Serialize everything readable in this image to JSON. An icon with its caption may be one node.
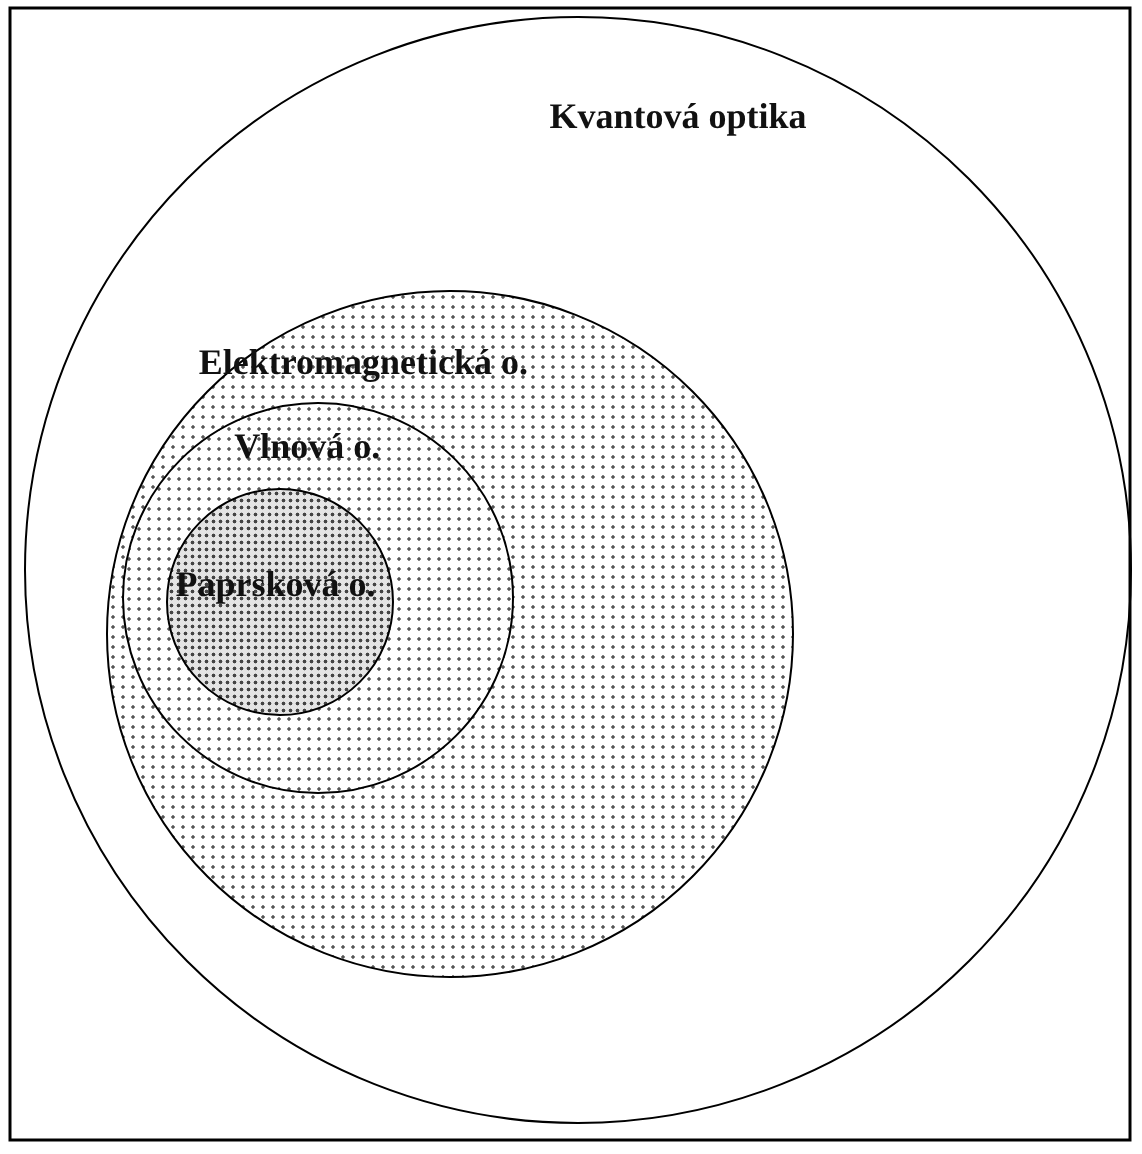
{
  "diagram": {
    "nodes": [
      {
        "text": [
          "Kvantová  optika"
        ]
      },
      {
        "text": [
          "Elektromagnetická o."
        ],
        "in": 0
      },
      {
        "text": [
          "Vlnová o."
        ],
        "in": 1
      },
      {
        "text": [
          "Paprsková o."
        ],
        "in": 2
      }
    ]
  }
}
